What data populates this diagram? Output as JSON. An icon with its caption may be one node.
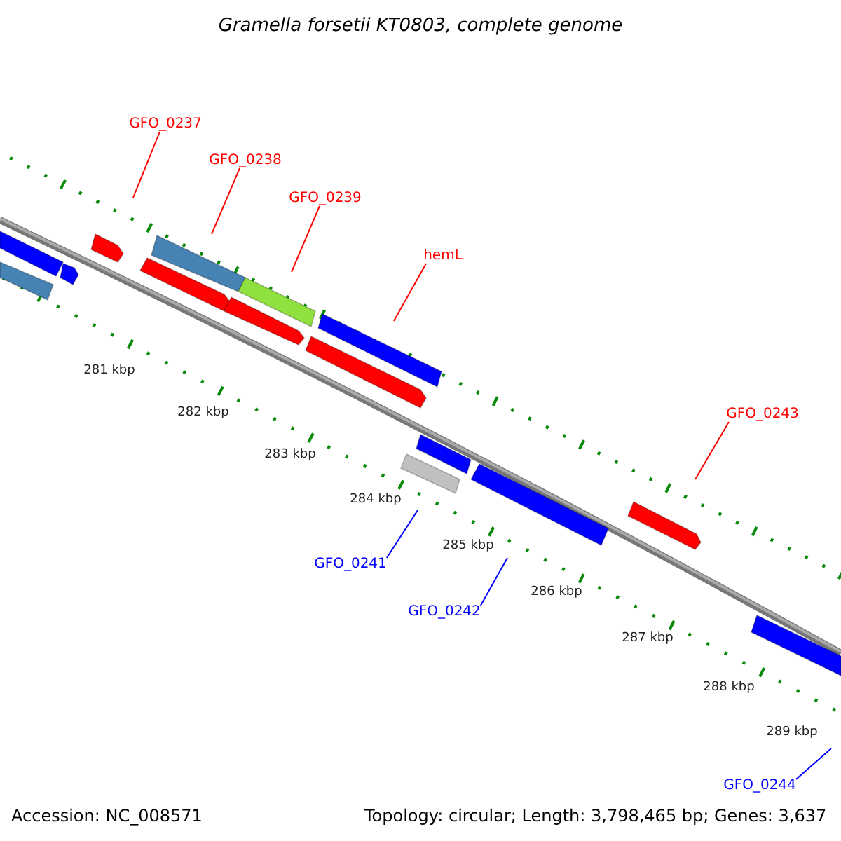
{
  "diagram": {
    "title": "Gramella forsetii KT0803, complete genome",
    "nodes": [
      {
        "text": [
          "GFO_0237"
        ]
      },
      {
        "text": [
          "GFO_0238"
        ]
      },
      {
        "text": [
          "GFO_0239"
        ]
      },
      {
        "text": [
          "hemL"
        ]
      },
      {
        "text": [
          "GFO_0243"
        ]
      },
      {
        "text": [
          "GFO_0241"
        ]
      },
      {
        "text": [
          "GFO_0242"
        ]
      },
      {
        "text": [
          "GFO_0244"
        ]
      }
    ],
    "edges": [
      {
        "from": 0,
        "to": null,
        "arrow": "none"
      },
      {
        "from": 1,
        "to": null,
        "arrow": "none"
      },
      {
        "from": 2,
        "to": null,
        "arrow": "none"
      },
      {
        "from": 3,
        "to": null,
        "arrow": "none"
      },
      {
        "from": 4,
        "to": null,
        "arrow": "none"
      },
      {
        "from": 5,
        "to": null,
        "arrow": "none",
        "color": "#0000ff"
      },
      {
        "from": 6,
        "to": null,
        "arrow": "none",
        "color": "#0000ff"
      },
      {
        "from": 7,
        "to": null,
        "arrow": "none",
        "color": "#0000ff"
      }
    ],
    "labels": [
      "281 kbp",
      "282 kbp",
      "283 kbp",
      "284 kbp",
      "285 kbp",
      "286 kbp",
      "287 kbp",
      "288 kbp",
      "289 kbp",
      "Accession: NC_008571",
      "Topology: circular; Length: 3,798,465 bp; Genes: 3,637"
    ]
  }
}
